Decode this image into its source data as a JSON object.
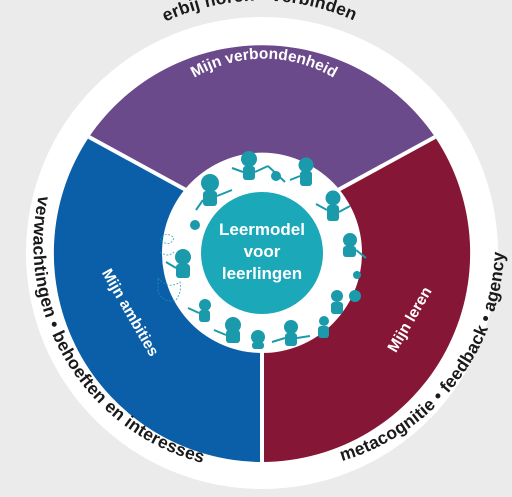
{
  "diagram": {
    "outer_ring": {
      "top": "erbij horen • verbinden",
      "left": "verwachtingen • behoeften en interesses",
      "right": "metacognitie • feedback • agency"
    },
    "segments": {
      "top": {
        "label": "Mijn verbondenheid",
        "color": "#6b4a8c"
      },
      "left": {
        "label": "Mijn ambities",
        "color": "#0a5fa8"
      },
      "right": {
        "label": "Mijn leren",
        "color": "#861636"
      }
    },
    "center": {
      "lines": [
        "Leermodel",
        "voor",
        "leerlingen"
      ],
      "color": "#1ba8b9"
    },
    "figure_color": "#1a9aab",
    "background": "#ebebeb"
  }
}
